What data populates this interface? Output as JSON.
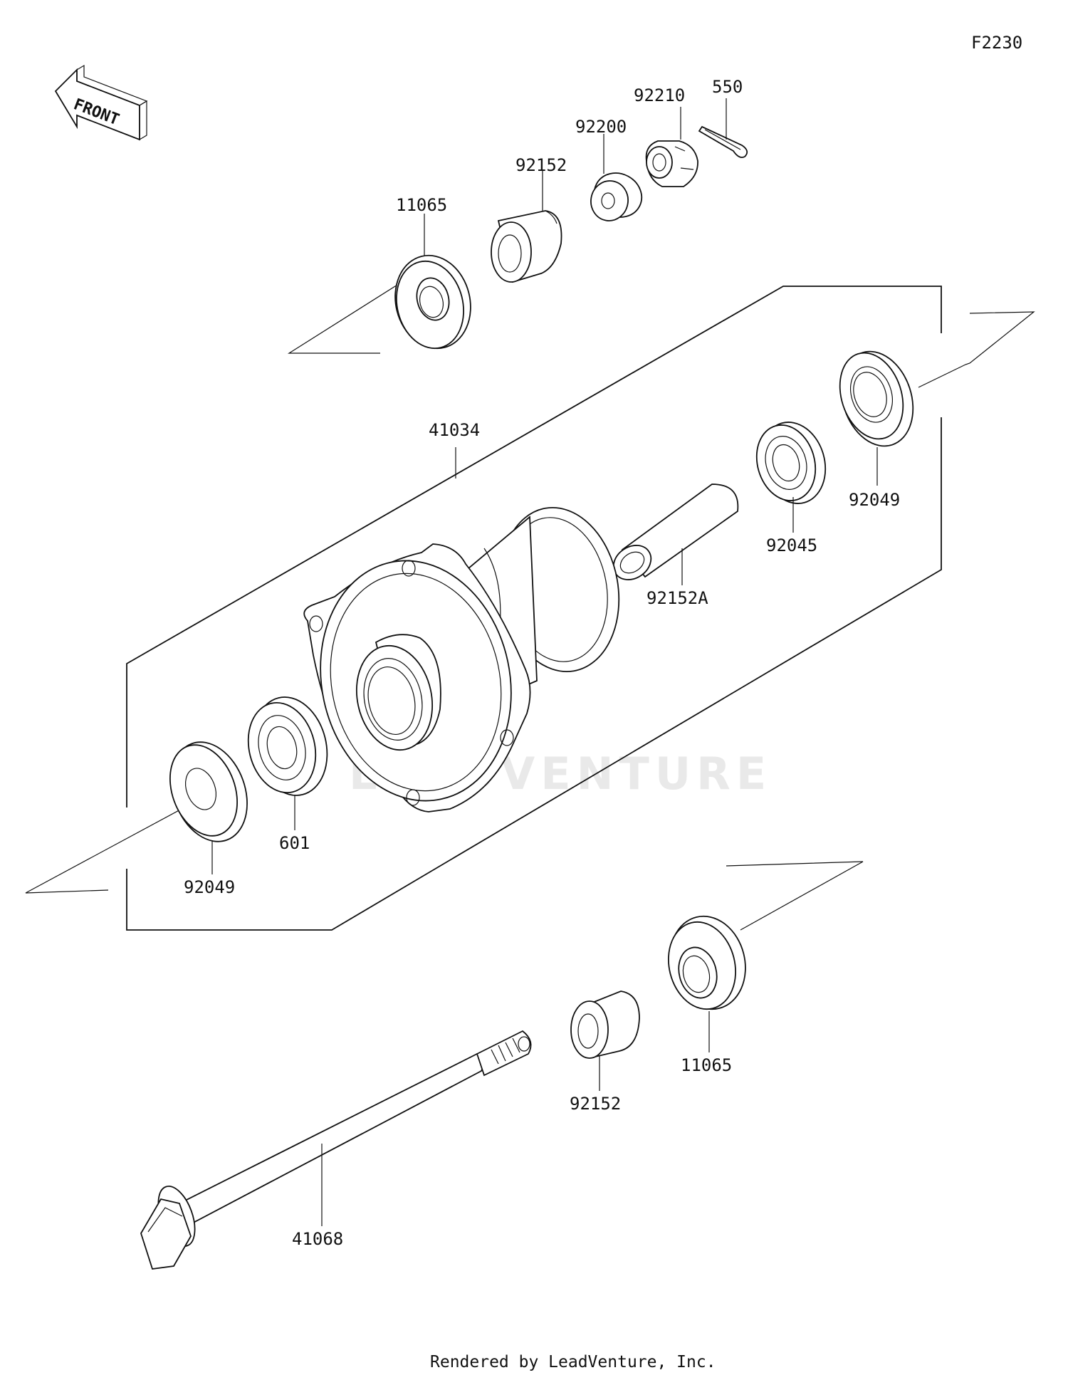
{
  "diagram": {
    "code": "F2230",
    "front_label": "FRONT",
    "watermark": "LEADVENTURE",
    "footer": "Rendered by LeadVenture, Inc."
  },
  "parts": [
    {
      "id": "p550",
      "number": "550"
    },
    {
      "id": "p92210",
      "number": "92210"
    },
    {
      "id": "p92200",
      "number": "92200"
    },
    {
      "id": "p92152-top",
      "number": "92152"
    },
    {
      "id": "p11065-top",
      "number": "11065"
    },
    {
      "id": "p41034",
      "number": "41034"
    },
    {
      "id": "p92049-right",
      "number": "92049"
    },
    {
      "id": "p92045",
      "number": "92045"
    },
    {
      "id": "p92152A",
      "number": "92152A"
    },
    {
      "id": "p601",
      "number": "601"
    },
    {
      "id": "p92049-left",
      "number": "92049"
    },
    {
      "id": "p11065-bottom",
      "number": "11065"
    },
    {
      "id": "p92152-bottom",
      "number": "92152"
    },
    {
      "id": "p41068",
      "number": "41068"
    }
  ]
}
